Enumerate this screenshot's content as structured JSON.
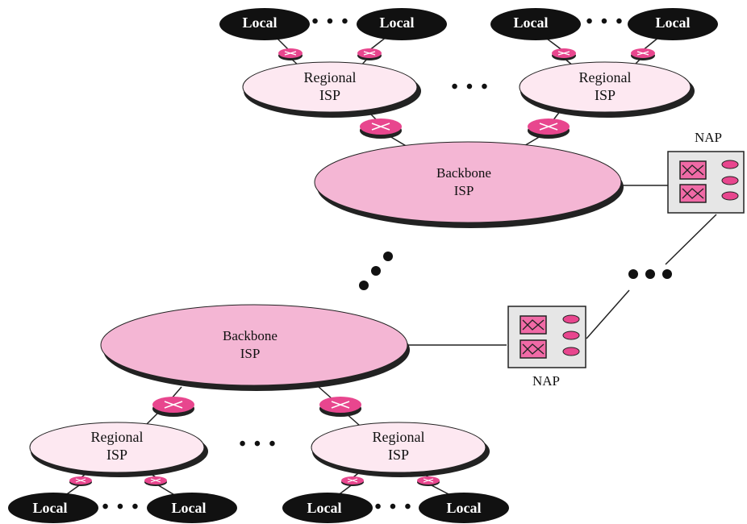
{
  "labels": {
    "backbone": "Backbone",
    "isp": "ISP",
    "regional": "Regional",
    "local": "Local",
    "nap": "NAP",
    "ellipsis": "• • •",
    "small_ellipsis": "• • •"
  },
  "colors": {
    "backbone_fill": "#f4b6d4",
    "regional_fill": "#fde8f1",
    "router_fill": "#e8468e",
    "local_fill": "#111111",
    "nap_fill": "#e6e6e6",
    "switch_fill": "#f06aa6"
  },
  "icons": [
    "router-icon",
    "switch-icon",
    "nap-box-icon"
  ]
}
